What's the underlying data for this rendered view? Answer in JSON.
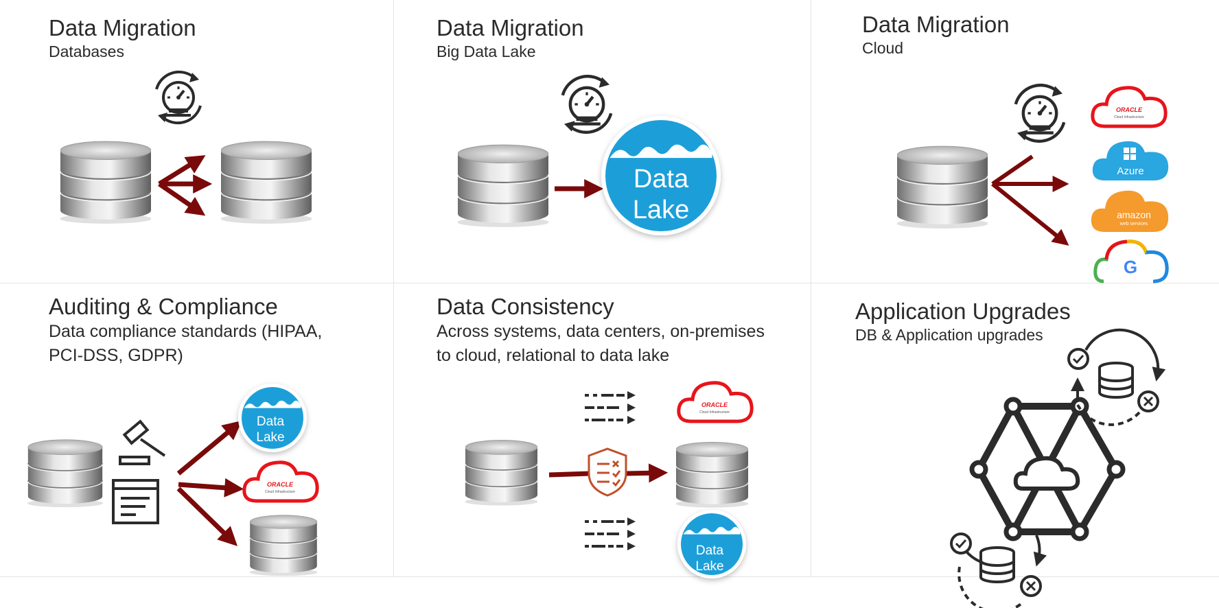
{
  "panels": [
    {
      "id": "databases",
      "title": "Data Migration",
      "subtitle": "Databases"
    },
    {
      "id": "big-data-lake",
      "title": "Data Migration",
      "subtitle": "Big Data Lake"
    },
    {
      "id": "cloud",
      "title": "Data Migration",
      "subtitle": "Cloud"
    },
    {
      "id": "auditing",
      "title": "Auditing & Compliance",
      "subtitle": "Data compliance standards (HIPAA, PCI-DSS, GDPR)"
    },
    {
      "id": "consistency",
      "title": "Data Consistency",
      "subtitle": "Across systems, data centers, on-premises to cloud, relational to data lake"
    },
    {
      "id": "app-upgrades",
      "title": "Application Upgrades",
      "subtitle": "DB & Application upgrades"
    }
  ],
  "labels": {
    "data_lake_line1": "Data",
    "data_lake_line2": "Lake",
    "oracle": "ORACLE",
    "oracle_sub": "Cloud Infrastructure",
    "azure": "Azure",
    "amazon": "amazon",
    "amazon_sub": "web services",
    "google": "G"
  },
  "colors": {
    "arrow": "#7a0a0a",
    "lake": "#1a9fd9",
    "oracle_red": "#e8141b",
    "azure": "#2aa6e0",
    "aws": "#f59a2d",
    "shield": "#c0502a",
    "dark_icon": "#2b2b2b"
  }
}
